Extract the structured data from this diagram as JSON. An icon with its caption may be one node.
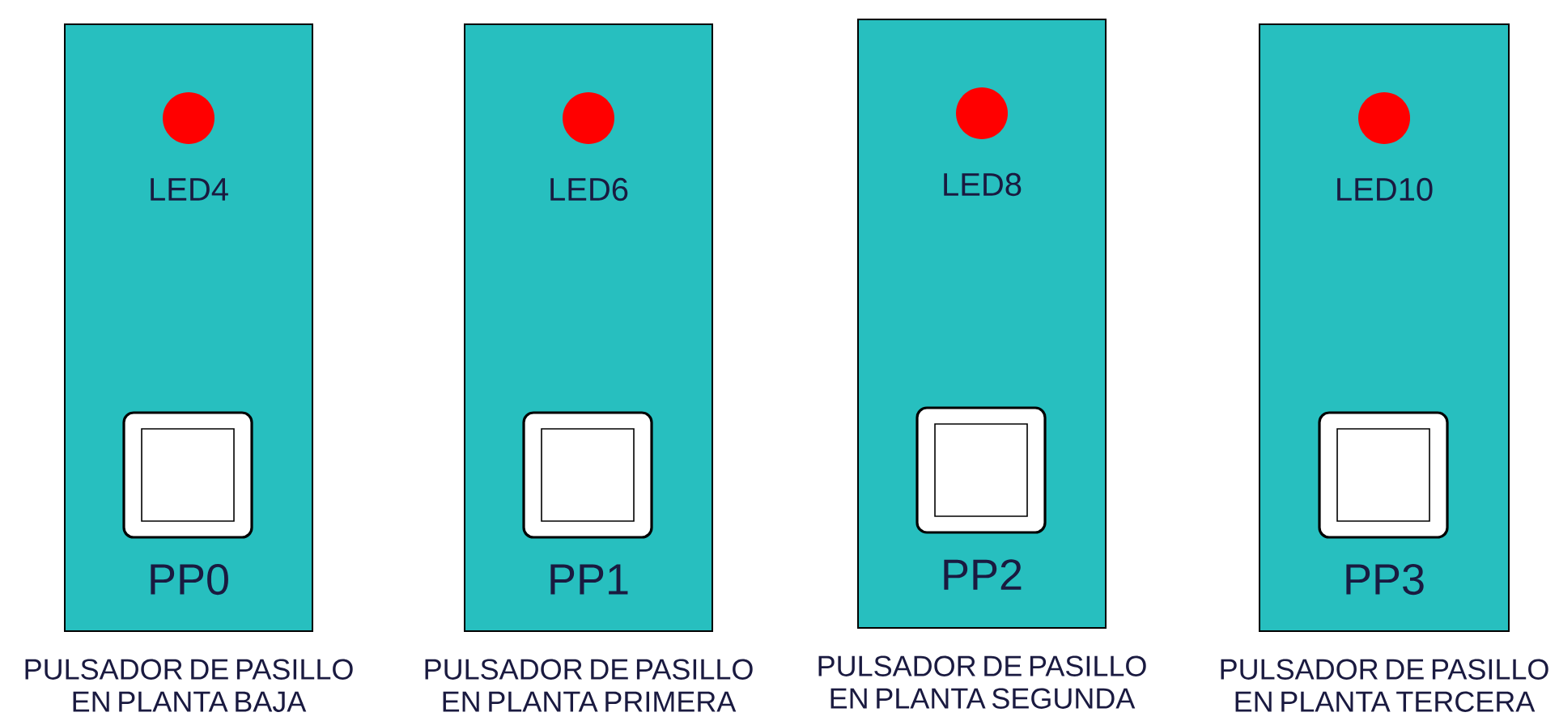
{
  "diagram": {
    "nodes": [
      {
        "text": [
          "LED4",
          "PP0"
        ],
        "beside": [
          "PULSADOR DE PASILLO EN PLANTA BAJA"
        ]
      },
      {
        "text": [
          "LED6",
          "PP1"
        ],
        "beside": [
          "PULSADOR DE PASILLO EN PLANTA PRIMERA"
        ]
      },
      {
        "text": [
          "LED8",
          "PP2"
        ],
        "beside": [
          "PULSADOR DE PASILLO EN PLANTA SEGUNDA"
        ]
      },
      {
        "text": [
          "LED10",
          "PP3"
        ],
        "beside": [
          "PULSADOR DE PASILLO EN PLANTA TERCERA"
        ]
      }
    ]
  }
}
